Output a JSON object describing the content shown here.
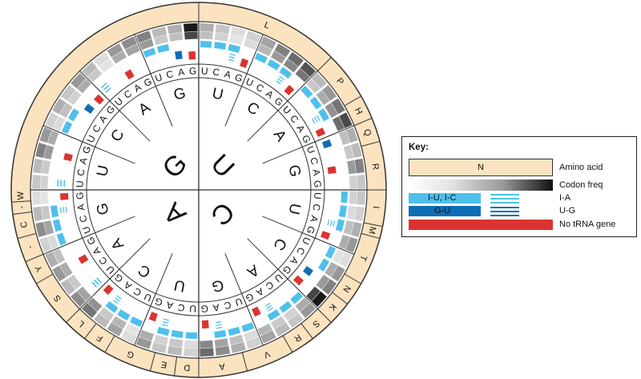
{
  "wheel": {
    "codon_letters": [
      "U",
      "C",
      "A",
      "G"
    ],
    "amino_acids_outer": [
      {
        "label": "L",
        "start": 0,
        "end": 45
      },
      {
        "label": "P",
        "start": 45,
        "end": 60
      },
      {
        "label": "H",
        "start": 60,
        "end": 67.5
      },
      {
        "label": "Q",
        "start": 67.5,
        "end": 75
      },
      {
        "label": "R",
        "start": 75,
        "end": 90
      },
      {
        "label": "I",
        "start": 90,
        "end": 101.25
      },
      {
        "label": "M",
        "start": 101.25,
        "end": 105
      },
      {
        "label": "T",
        "start": 105,
        "end": 120
      },
      {
        "label": "N",
        "start": 120,
        "end": 127.5
      },
      {
        "label": "K",
        "start": 127.5,
        "end": 135
      },
      {
        "label": "S",
        "start": 135,
        "end": 142.5
      },
      {
        "label": "R",
        "start": 142.5,
        "end": 150
      },
      {
        "label": "V",
        "start": 150,
        "end": 165
      },
      {
        "label": "A",
        "start": 165,
        "end": 180
      },
      {
        "label": "D",
        "start": 180,
        "end": 187.5
      },
      {
        "label": "E",
        "start": 187.5,
        "end": 195
      },
      {
        "label": "G",
        "start": 195,
        "end": 210
      },
      {
        "label": "F",
        "start": 210,
        "end": 217.5
      },
      {
        "label": "L",
        "start": 217.5,
        "end": 225
      },
      {
        "label": "S",
        "start": 225,
        "end": 240
      },
      {
        "label": "Y",
        "start": 240,
        "end": 247.5
      },
      {
        "label": "-",
        "start": 247.5,
        "end": 255
      },
      {
        "label": "C",
        "start": 255,
        "end": 262.5
      },
      {
        "label": "-",
        "start": 262.5,
        "end": 266.25
      },
      {
        "label": "W",
        "start": 266.25,
        "end": 270
      }
    ],
    "codon_frequency_levels": [
      0.35,
      0.25,
      0.15,
      0.2,
      0.4,
      0.55,
      0.65,
      0.75,
      0.3,
      0.45,
      0.6,
      0.8,
      0.35,
      0.3,
      0.55,
      0.25,
      0.25,
      0.2,
      0.35,
      0.45,
      0.15,
      0.45,
      0.55,
      1.0,
      0.45,
      0.25,
      0.3,
      0.4,
      0.2,
      0.35,
      0.5,
      0.65,
      0.2,
      0.3,
      0.25,
      0.45,
      0.15,
      0.4,
      0.3,
      0.6,
      0.5,
      0.3,
      0.45,
      0.35,
      0.2,
      0.5,
      0.3,
      0.15,
      0.25,
      0.3,
      0.55,
      0.45,
      0.2,
      0.35,
      0.25,
      0.45,
      0.3,
      0.15,
      0.45,
      0.5,
      0.55,
      0.3,
      0.35,
      1.0
    ],
    "anticodon_marks": [
      [
        {
          "t": "L"
        }
      ],
      [
        {
          "t": "L"
        }
      ],
      [
        {
          "t": "L",
          "tag": "IA"
        }
      ],
      [
        {
          "t": "R"
        }
      ],
      [
        {
          "t": "L"
        }
      ],
      [
        {
          "t": "L"
        }
      ],
      [
        {
          "t": "L",
          "tag": "IA"
        }
      ],
      [
        {
          "t": "R"
        }
      ],
      [
        {
          "t": "L"
        }
      ],
      [
        {
          "t": "L"
        }
      ],
      [
        {
          "t": "L",
          "tag": "IA"
        }
      ],
      [
        {
          "t": "R"
        }
      ],
      [
        {
          "t": "D"
        }
      ],
      [],
      [
        {
          "t": "R"
        }
      ],
      [],
      [
        {
          "t": "L"
        }
      ],
      [
        {
          "t": "L"
        }
      ],
      [
        {
          "t": "L",
          "tag": "IA"
        }
      ],
      [
        {
          "t": "R"
        }
      ],
      [
        {
          "t": "L"
        }
      ],
      [
        {
          "t": "L"
        }
      ],
      [
        {
          "t": "D"
        }
      ],
      [
        {
          "t": "R"
        }
      ],
      [
        {
          "t": "L"
        }
      ],
      [
        {
          "t": "L"
        }
      ],
      [
        {
          "t": "L",
          "tag": "IA"
        }
      ],
      [
        {
          "t": "R"
        }
      ],
      [
        {
          "t": "L"
        }
      ],
      [
        {
          "t": "L"
        }
      ],
      [
        {
          "t": "L",
          "tag": "IA"
        }
      ],
      [
        {
          "t": "R"
        }
      ],
      [
        {
          "t": "L"
        }
      ],
      [
        {
          "t": "L"
        }
      ],
      [
        {
          "t": "L",
          "tag": "IA"
        }
      ],
      [
        {
          "t": "R"
        }
      ],
      [
        {
          "t": "L"
        }
      ],
      [
        {
          "t": "L"
        }
      ],
      [
        {
          "t": "L",
          "tag": "IA"
        }
      ],
      [
        {
          "t": "R"
        }
      ],
      [
        {
          "t": "IA"
        }
      ],
      [],
      [
        {
          "t": "R"
        }
      ],
      [],
      [
        {
          "t": "L"
        }
      ],
      [
        {
          "t": "L"
        }
      ],
      [
        {
          "t": "L",
          "tag": "IA"
        }
      ],
      [
        {
          "t": "R"
        }
      ],
      [
        {
          "t": "IA"
        }
      ],
      [],
      [
        {
          "t": "R"
        }
      ],
      [],
      [
        {
          "t": "L"
        }
      ],
      [
        {
          "t": "L"
        }
      ],
      [
        {
          "t": "D"
        }
      ],
      [
        {
          "t": "R"
        }
      ],
      [
        {
          "t": "IA"
        }
      ],
      [],
      [
        {
          "t": "R"
        }
      ],
      [],
      [
        {
          "t": "L"
        }
      ],
      [
        {
          "t": "L"
        }
      ],
      [
        {
          "t": "D"
        }
      ],
      [
        {
          "t": "R"
        }
      ]
    ]
  },
  "key": {
    "title": "Key:",
    "amino_acid_sample": "N",
    "amino_acid_label": "Amino acid",
    "codon_freq_label": "Codon freq",
    "light_label": "I-U, I-C",
    "light_lines_label": "I-A",
    "dark_label": "G-U",
    "dark_lines_label": "U-G",
    "red_label": "No tRNA gene"
  },
  "colors": {
    "outer_ring": "#fbe3c0",
    "light_blue": "#4fc0ec",
    "dark_blue": "#0e6eb5",
    "red": "#d9342f",
    "line": "#333333"
  }
}
